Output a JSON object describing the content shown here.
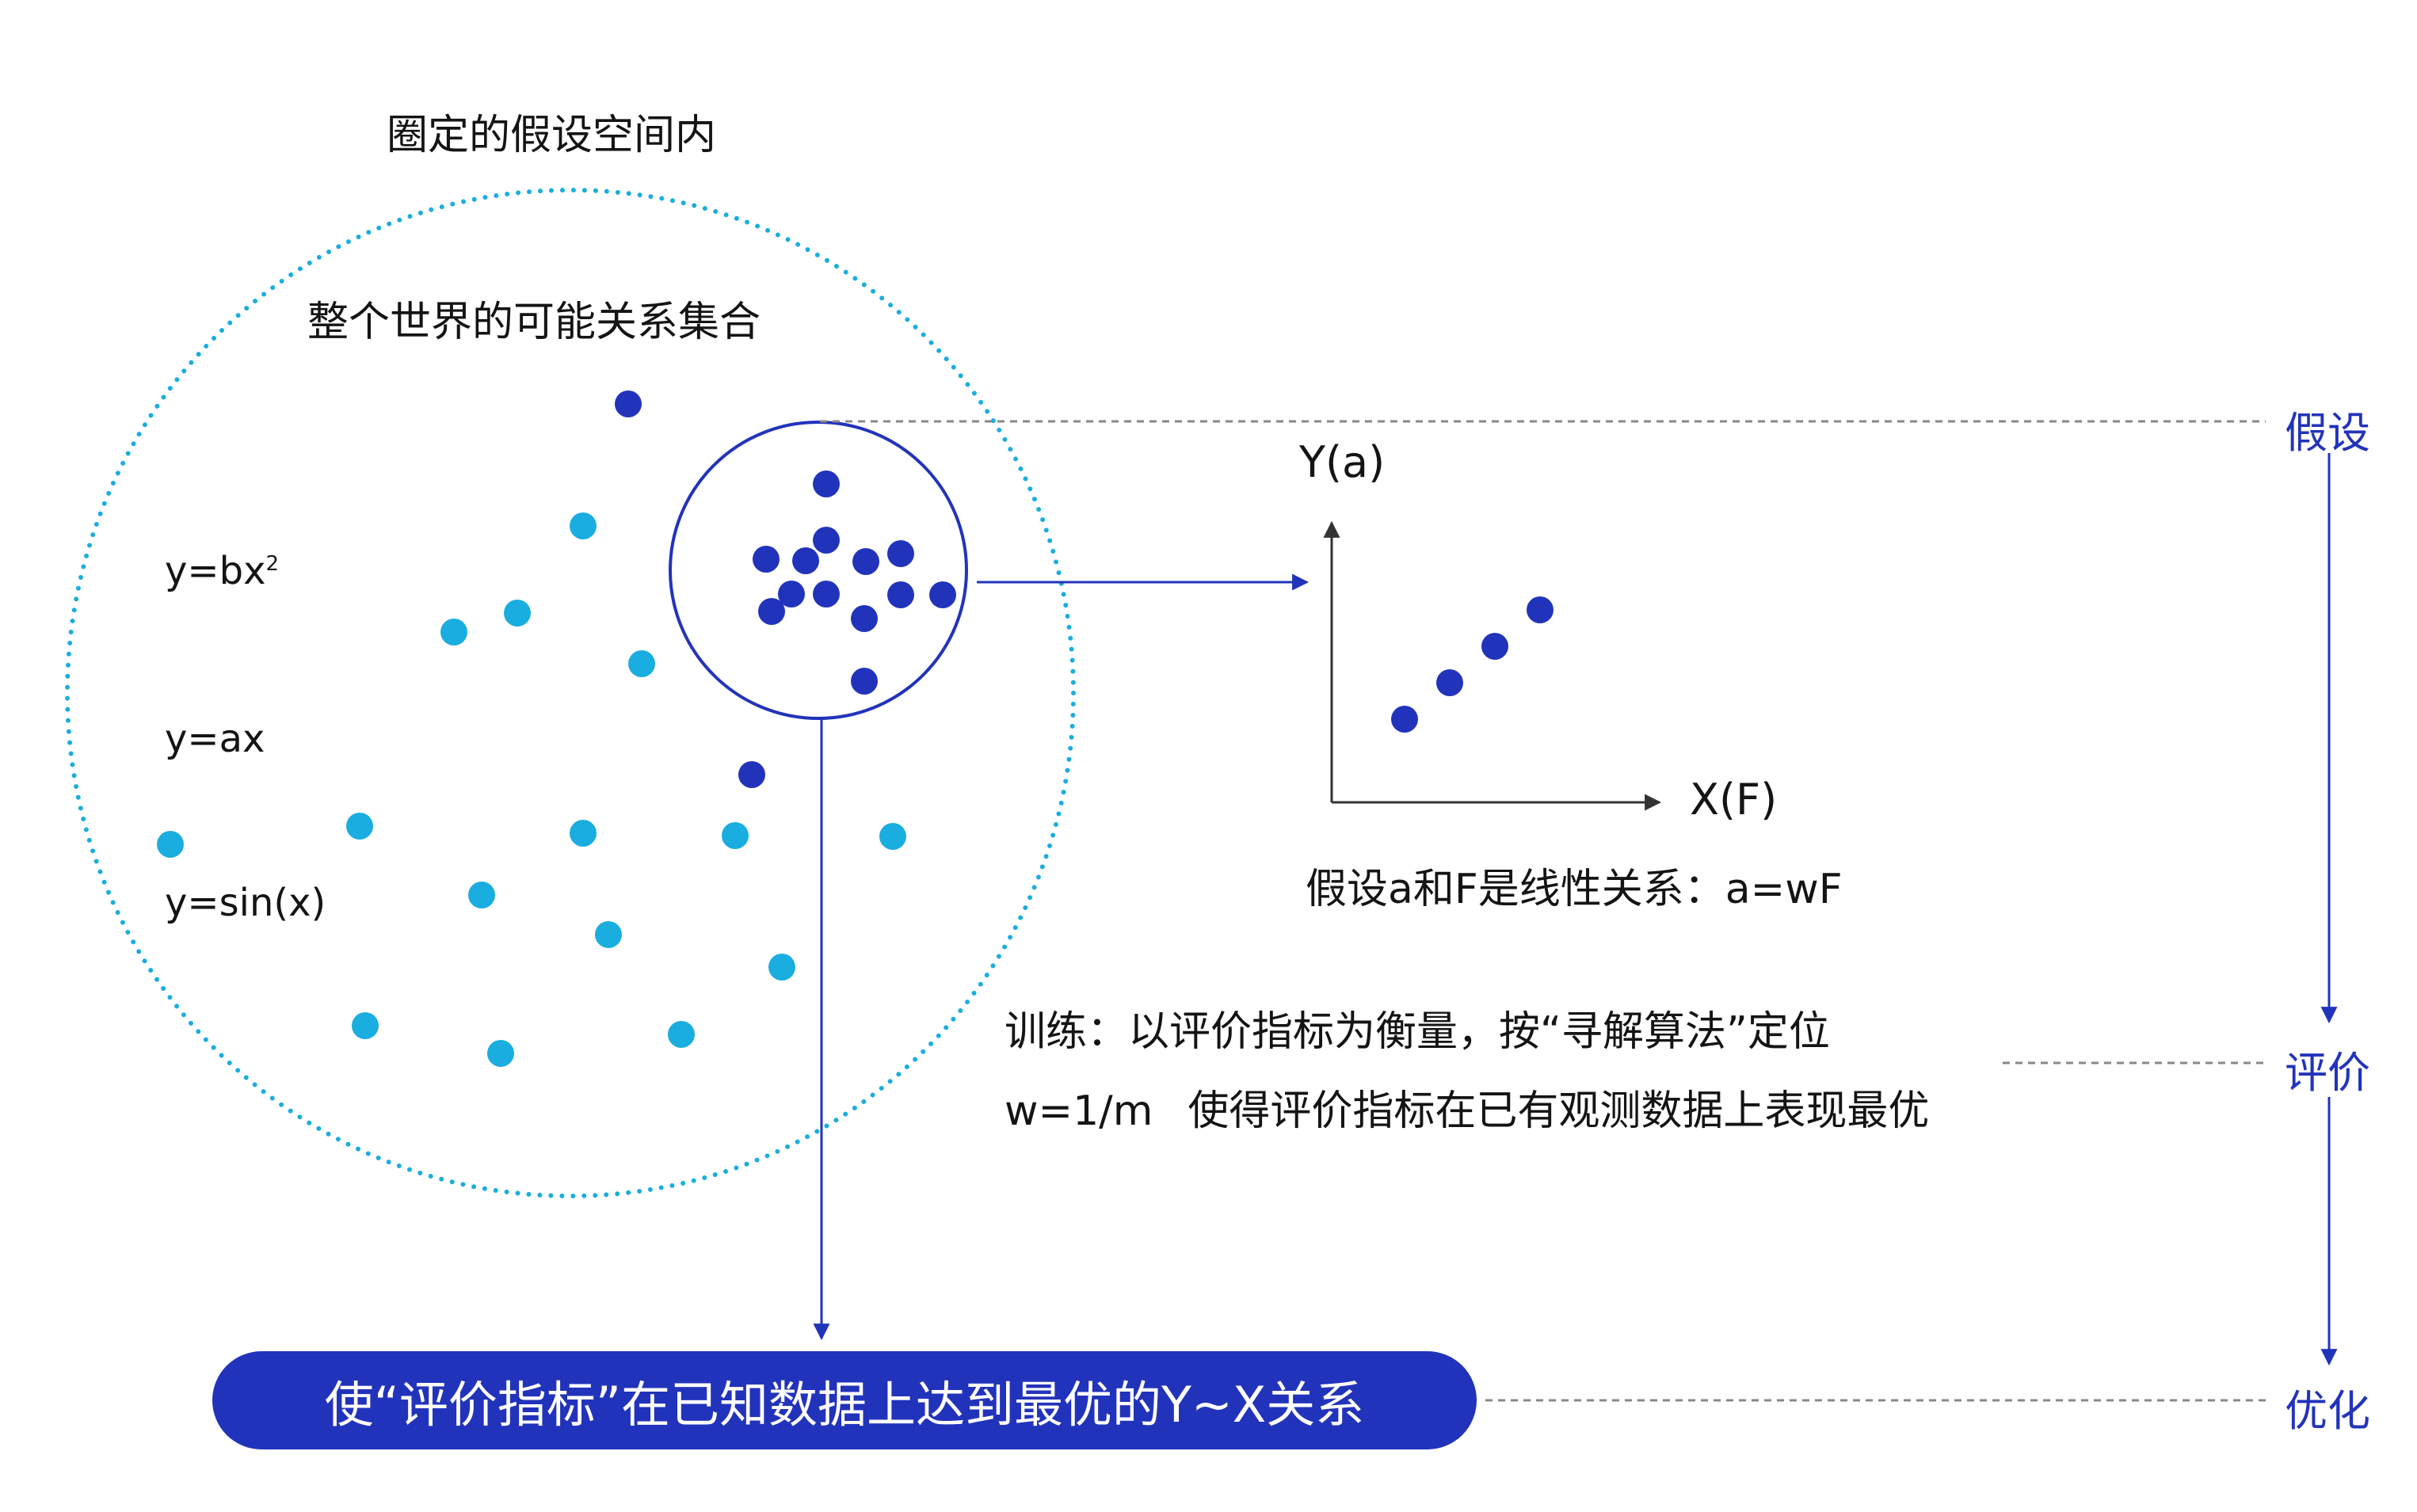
{
  "hypothesis_space_label": "圈定的假设空间内",
  "world_label": "整个世界的可能关系集合",
  "functions": {
    "quadratic": "y=bx",
    "quadratic_exp": "2",
    "linear": "y=ax",
    "sine": "y=sin(x)"
  },
  "plot": {
    "y_label": "Y(a)",
    "x_label": "X(F)",
    "caption": "假设a和F是线性关系：a=wF",
    "points": [
      [
        1,
        1
      ],
      [
        2,
        2
      ],
      [
        3,
        3
      ],
      [
        4,
        4
      ]
    ]
  },
  "training": {
    "line1": "训练：以评价指标为衡量，按“寻解算法”定位",
    "line2_w": "w=1/m",
    "line2_text": "使得评价指标在已有观测数据上表现最优"
  },
  "result": "使“评价指标”在已知数据上达到最优的Y~X关系",
  "stages": {
    "hypothesis": "假设",
    "evaluation": "评价",
    "optimization": "优化"
  },
  "colors": {
    "dark_blue": "#2233bb",
    "light_blue": "#1aade0",
    "gray": "#888888",
    "text": "#141414"
  }
}
